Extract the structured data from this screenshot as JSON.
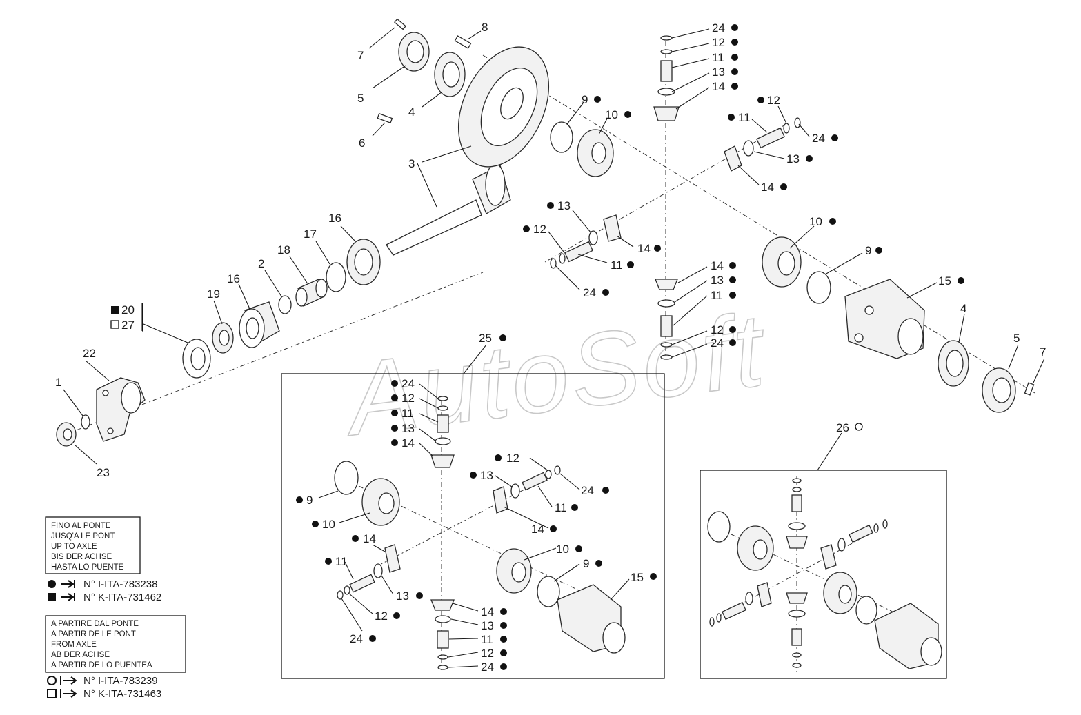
{
  "watermark": "AutoSoft",
  "callouts": {
    "n1": "1",
    "n2": "2",
    "n3": "3",
    "n4": "4",
    "n5": "5",
    "n6": "6",
    "n7": "7",
    "n8": "8",
    "n9": "9",
    "n10": "10",
    "n11": "11",
    "n12": "12",
    "n13": "13",
    "n14": "14",
    "n15": "15",
    "n16": "16",
    "n17": "17",
    "n18": "18",
    "n19": "19",
    "n20": "20",
    "n22": "22",
    "n23": "23",
    "n24": "24",
    "n25": "25",
    "n26": "26",
    "n27": "27"
  },
  "legend_up_to_axle": {
    "lines": [
      "FINO AL PONTE",
      "JUSQ'A LE PONT",
      "UP TO AXLE",
      "BIS DER ACHSE",
      "HASTA LO PUENTE"
    ],
    "codes": [
      "N° I-ITA-783238",
      "N° K-ITA-731462"
    ]
  },
  "legend_from_axle": {
    "lines": [
      "A PARTIRE DAL PONTE",
      "A PARTIR DE LE PONT",
      "FROM AXLE",
      "AB DER ACHSE",
      "A PARTIR DE LO PUENTEA"
    ],
    "codes": [
      "N° I-ITA-783239",
      "N° K-ITA-731463"
    ]
  }
}
